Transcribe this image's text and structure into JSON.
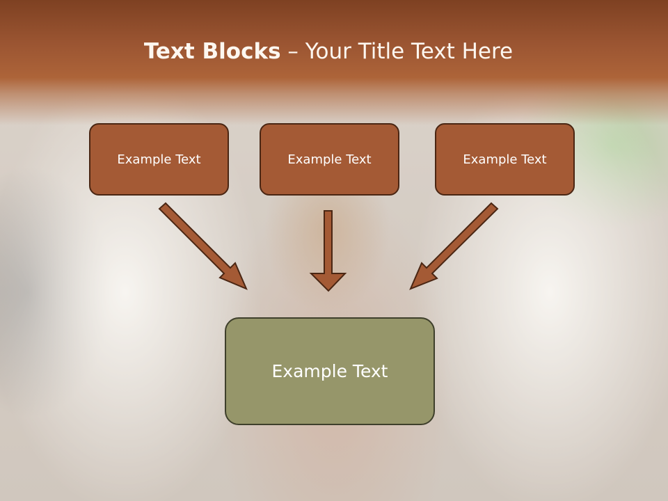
{
  "slide": {
    "title_bold": "Text Blocks",
    "title_separator": " – ",
    "title_rest": "Your Title Text Here"
  },
  "diagram": {
    "top_boxes": [
      {
        "label": "Example Text"
      },
      {
        "label": "Example Text"
      },
      {
        "label": "Example Text"
      }
    ],
    "bottom_box": {
      "label": "Example Text"
    }
  },
  "colors": {
    "header": "#a45a35",
    "box_fill": "#a45a35",
    "box_border": "#4a2613",
    "bottom_box_fill": "#96966a",
    "arrow": "#a45a35"
  },
  "icons": [
    "arrow-down-right-icon",
    "arrow-down-icon",
    "arrow-down-left-icon"
  ]
}
